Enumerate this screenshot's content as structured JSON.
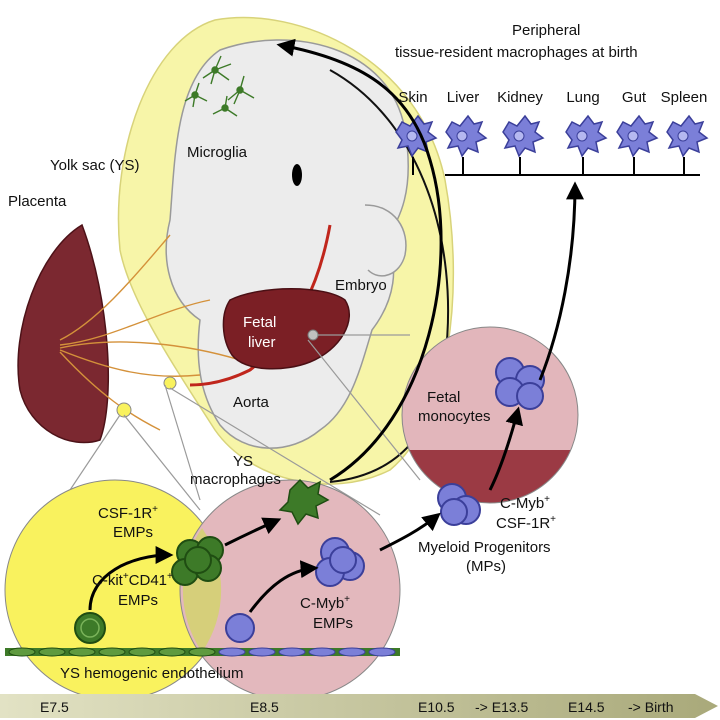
{
  "labels": {
    "yolk_sac": "Yolk sac (YS)",
    "placenta": "Placenta",
    "microglia": "Microglia",
    "embryo": "Embryo",
    "fetal_liver_1": "Fetal",
    "fetal_liver_2": "liver",
    "aorta": "Aorta",
    "ys_macrophages_1": "YS",
    "ys_macrophages_2": "macrophages",
    "csf1r_emps_1": "CSF-1R",
    "csf1r_emps_2": "EMPs",
    "ckit_emps_1": "C-kit",
    "ckit_emps_mid": "CD41",
    "ckit_emps_2": "EMPs",
    "cmyb_emps_1": "C-Myb",
    "cmyb_emps_2": "EMPs",
    "fetal_monocytes_1": "Fetal",
    "fetal_monocytes_2": "monocytes",
    "mp_1": "C-Myb",
    "mp_2": "CSF-1R",
    "mp_3": "Myeloid Progenitors",
    "mp_4": "(MPs)",
    "hemogenic": "YS hemogenic endothelium",
    "peripheral_1": "Peripheral",
    "peripheral_2": "tissue-resident macrophages at birth",
    "superscript_plus": "+"
  },
  "tissues": [
    "Skin",
    "Liver",
    "Kidney",
    "Lung",
    "Gut",
    "Spleen"
  ],
  "timeline": [
    "E7.5",
    "E8.5",
    "E10.5",
    "-> E13.5",
    "E14.5",
    "-> Birth"
  ],
  "colors": {
    "yolk": "#f7f5a8",
    "yolk_circle": "#f9f25e",
    "pink": "#e3b8bd",
    "placenta": "#7b2830",
    "liver": "#7b1f25",
    "green_cell": "#3d7a28",
    "blue_cell": "#7b7fd8",
    "timeline": "#b9b98a"
  }
}
